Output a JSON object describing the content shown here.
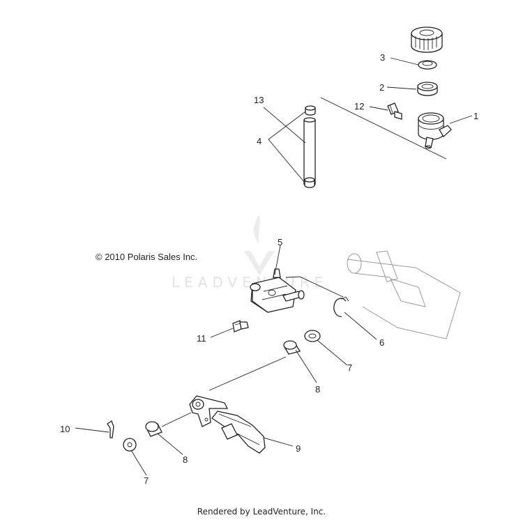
{
  "copyright": "© 2010 Polaris Sales Inc.",
  "footer": "Rendered by LeadVenture, Inc.",
  "watermark": "LEADVENTURE",
  "callouts": [
    "1",
    "2",
    "3",
    "4",
    "5",
    "6",
    "7",
    "7",
    "8",
    "8",
    "9",
    "10",
    "11",
    "12",
    "13"
  ]
}
